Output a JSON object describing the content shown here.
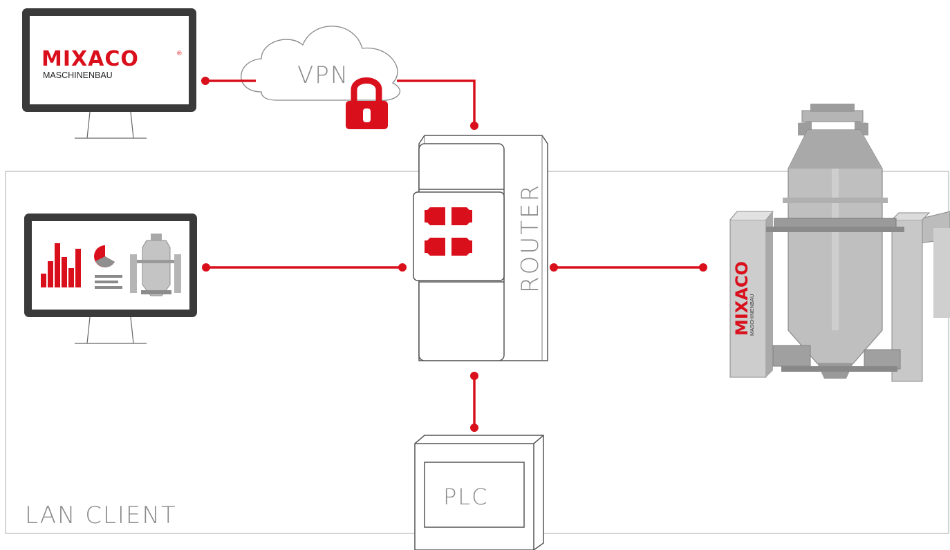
{
  "brand": {
    "name": "MIXACO",
    "registered": "®",
    "subtitle": "MASCHINENBAU",
    "color": "#d9101c"
  },
  "cloud": {
    "label": "VPN"
  },
  "router": {
    "label": "ROUTER"
  },
  "plc": {
    "label": "PLC"
  },
  "lan": {
    "label": "LAN CLIENT"
  },
  "machine": {
    "brand": "MIXACO",
    "subtitle": "MASCHINENBAU"
  },
  "colors": {
    "accent": "#d9101c",
    "outline": "#555555",
    "text": "#8a8a8a",
    "frame": "#3a3a3a"
  }
}
